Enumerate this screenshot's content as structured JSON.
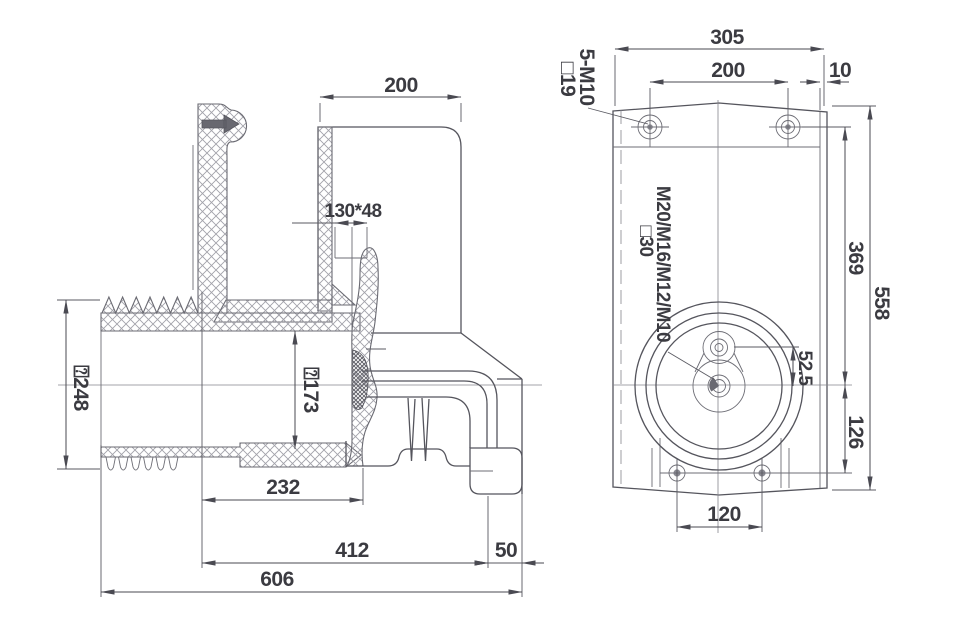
{
  "drawing_title": "insulated bushing outline drawing",
  "colors": {
    "background": "#ffffff",
    "outline": "#55555d",
    "dimension_line": "#4a4a52",
    "dimension_text": "#3b3b41",
    "hatch": "#a2a2aa"
  },
  "left_view": {
    "dim_cover_width": "200",
    "dim_slot": "130*48",
    "dim_shed_diameter": "⍰248",
    "dim_bore_diameter": "⍰173",
    "dim_bore_depth": "232",
    "dim_body_length": "412",
    "dim_foot": "50",
    "dim_overall_length": "606"
  },
  "right_view": {
    "dim_plate_width": "305",
    "dim_top_holes_spacing": "200",
    "dim_edge_gap": "10",
    "note_top_holes": "5-M10",
    "note_top_holes_depth": "□19",
    "note_terminal_threads": "M20/M16/M12/M10",
    "note_terminal_depth": "□30",
    "dim_top_to_center": "369",
    "dim_overall_height": "558",
    "dim_hole_to_center": "52.5",
    "dim_center_to_lower_holes": "126",
    "dim_lower_holes_spacing": "120"
  }
}
